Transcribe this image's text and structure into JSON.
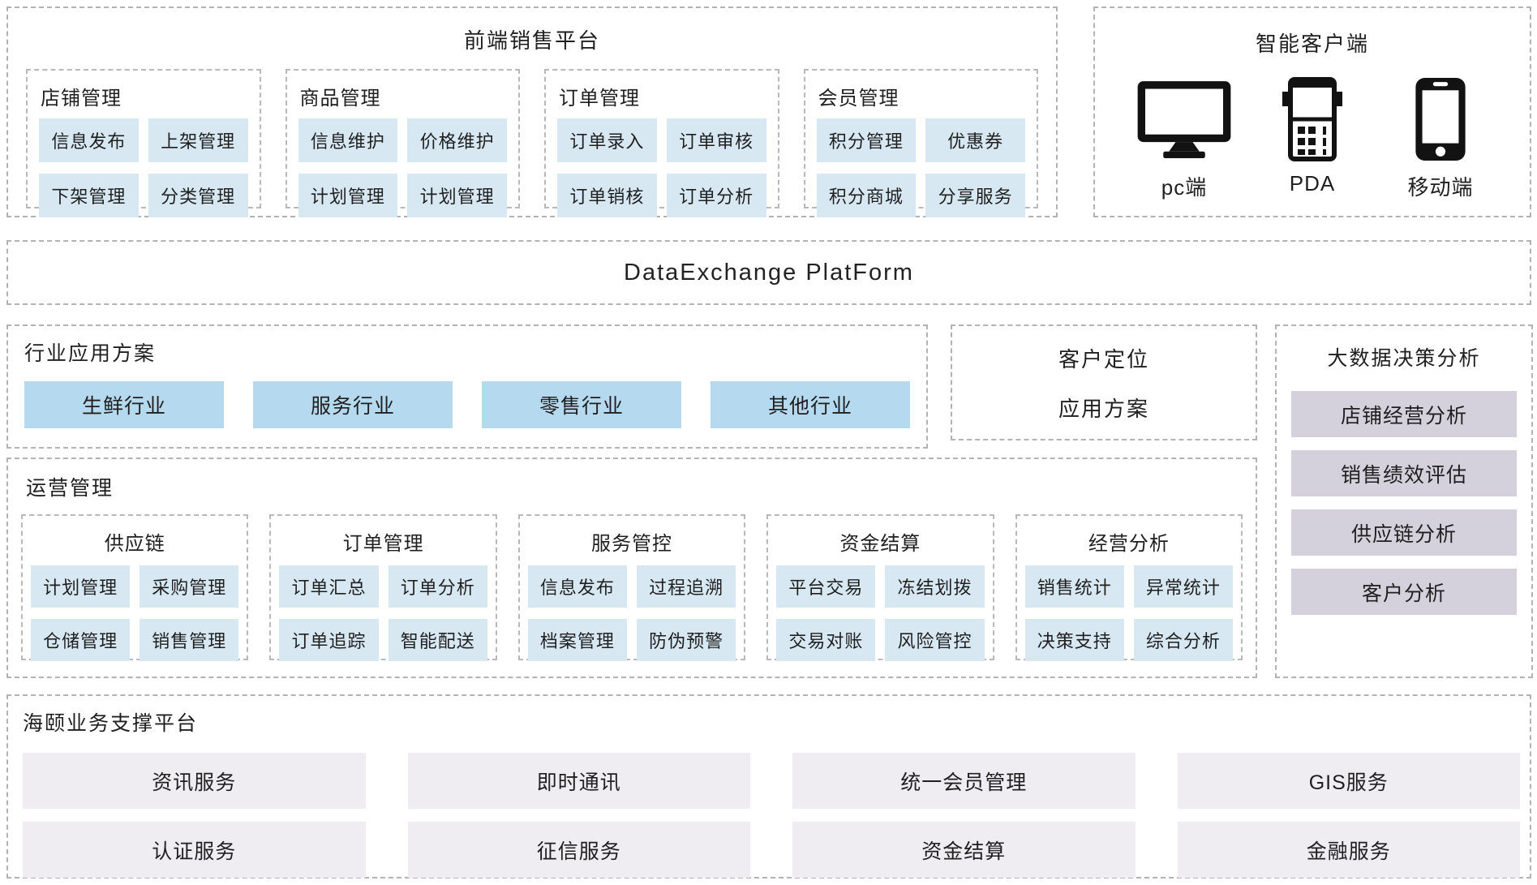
{
  "front_platform": {
    "title": "前端销售平台",
    "groups": [
      {
        "title": "店铺管理",
        "items": [
          "信息发布",
          "上架管理",
          "下架管理",
          "分类管理"
        ]
      },
      {
        "title": "商品管理",
        "items": [
          "信息维护",
          "价格维护",
          "计划管理",
          "计划管理"
        ]
      },
      {
        "title": "订单管理",
        "items": [
          "订单录入",
          "订单审核",
          "订单销核",
          "订单分析"
        ]
      },
      {
        "title": "会员管理",
        "items": [
          "积分管理",
          "优惠券",
          "积分商城",
          "分享服务"
        ]
      }
    ]
  },
  "smart_client": {
    "title": "智能客户端",
    "devices": [
      {
        "label": "pc端",
        "icon": "desktop-monitor-icon"
      },
      {
        "label": "PDA",
        "icon": "pda-handheld-icon"
      },
      {
        "label": "移动端",
        "icon": "smartphone-icon"
      }
    ]
  },
  "data_exchange": {
    "title": "DataExchange  PlatForm"
  },
  "industry_solutions": {
    "title": "行业应用方案",
    "items": [
      "生鲜行业",
      "服务行业",
      "零售行业",
      "其他行业"
    ]
  },
  "customer_positioning": {
    "line1": "客户定位",
    "line2": "应用方案"
  },
  "bigdata_analysis": {
    "title": "大数据决策分析",
    "items": [
      "店铺经营分析",
      "销售绩效评估",
      "供应链分析",
      "客户分析"
    ]
  },
  "operations": {
    "title": "运营管理",
    "groups": [
      {
        "title": "供应链",
        "items": [
          "计划管理",
          "采购管理",
          "仓储管理",
          "销售管理"
        ]
      },
      {
        "title": "订单管理",
        "items": [
          "订单汇总",
          "订单分析",
          "订单追踪",
          "智能配送"
        ]
      },
      {
        "title": "服务管控",
        "items": [
          "信息发布",
          "过程追溯",
          "档案管理",
          "防伪预警"
        ]
      },
      {
        "title": "资金结算",
        "items": [
          "平台交易",
          "冻结划拨",
          "交易对账",
          "风险管控"
        ]
      },
      {
        "title": "经营分析",
        "items": [
          "销售统计",
          "异常统计",
          "决策支持",
          "综合分析"
        ]
      }
    ]
  },
  "support_platform": {
    "title": "海颐业务支撑平台",
    "items": [
      "资讯服务",
      "即时通讯",
      "统一会员管理",
      "GIS服务",
      "认证服务",
      "征信服务",
      "资金结算",
      "金融服务"
    ]
  },
  "colors": {
    "pill_blue": "#d7e8f3",
    "industry_blue": "#b5d9ee",
    "analysis_lavender": "#d5d1dc",
    "support_lavender": "#efecf2",
    "border_gray": "#b3b3b3",
    "icon_black": "#121212"
  }
}
